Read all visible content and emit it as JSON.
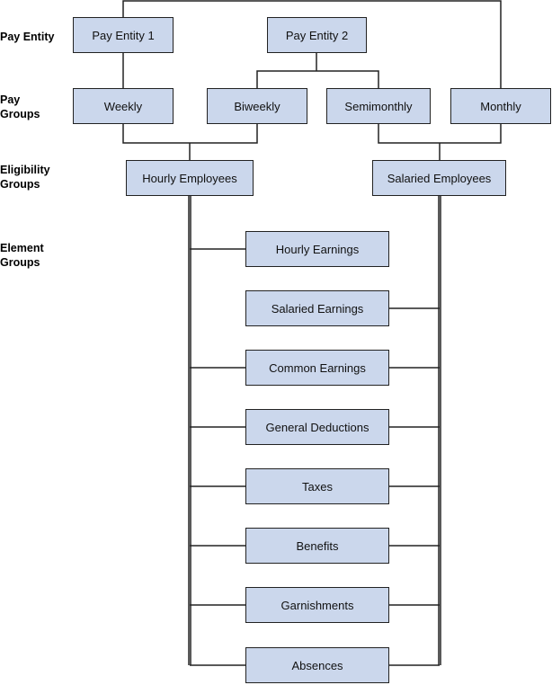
{
  "row_labels": {
    "pay_entity": "Pay Entity",
    "pay_groups": "Pay\nGroups",
    "eligibility_groups": "Eligibility\nGroups",
    "element_groups": "Element\nGroups"
  },
  "pay_entities": [
    "Pay Entity 1",
    "Pay Entity 2"
  ],
  "pay_groups": [
    "Weekly",
    "Biweekly",
    "Semimonthly",
    "Monthly"
  ],
  "eligibility_groups": [
    "Hourly Employees",
    "Salaried Employees"
  ],
  "element_groups": [
    "Hourly Earnings",
    "Salaried Earnings",
    "Common Earnings",
    "General Deductions",
    "Taxes",
    "Benefits",
    "Garnishments",
    "Absences"
  ],
  "colors": {
    "box_fill": "#cbd7ec",
    "box_border": "#222222",
    "line": "#222222"
  }
}
